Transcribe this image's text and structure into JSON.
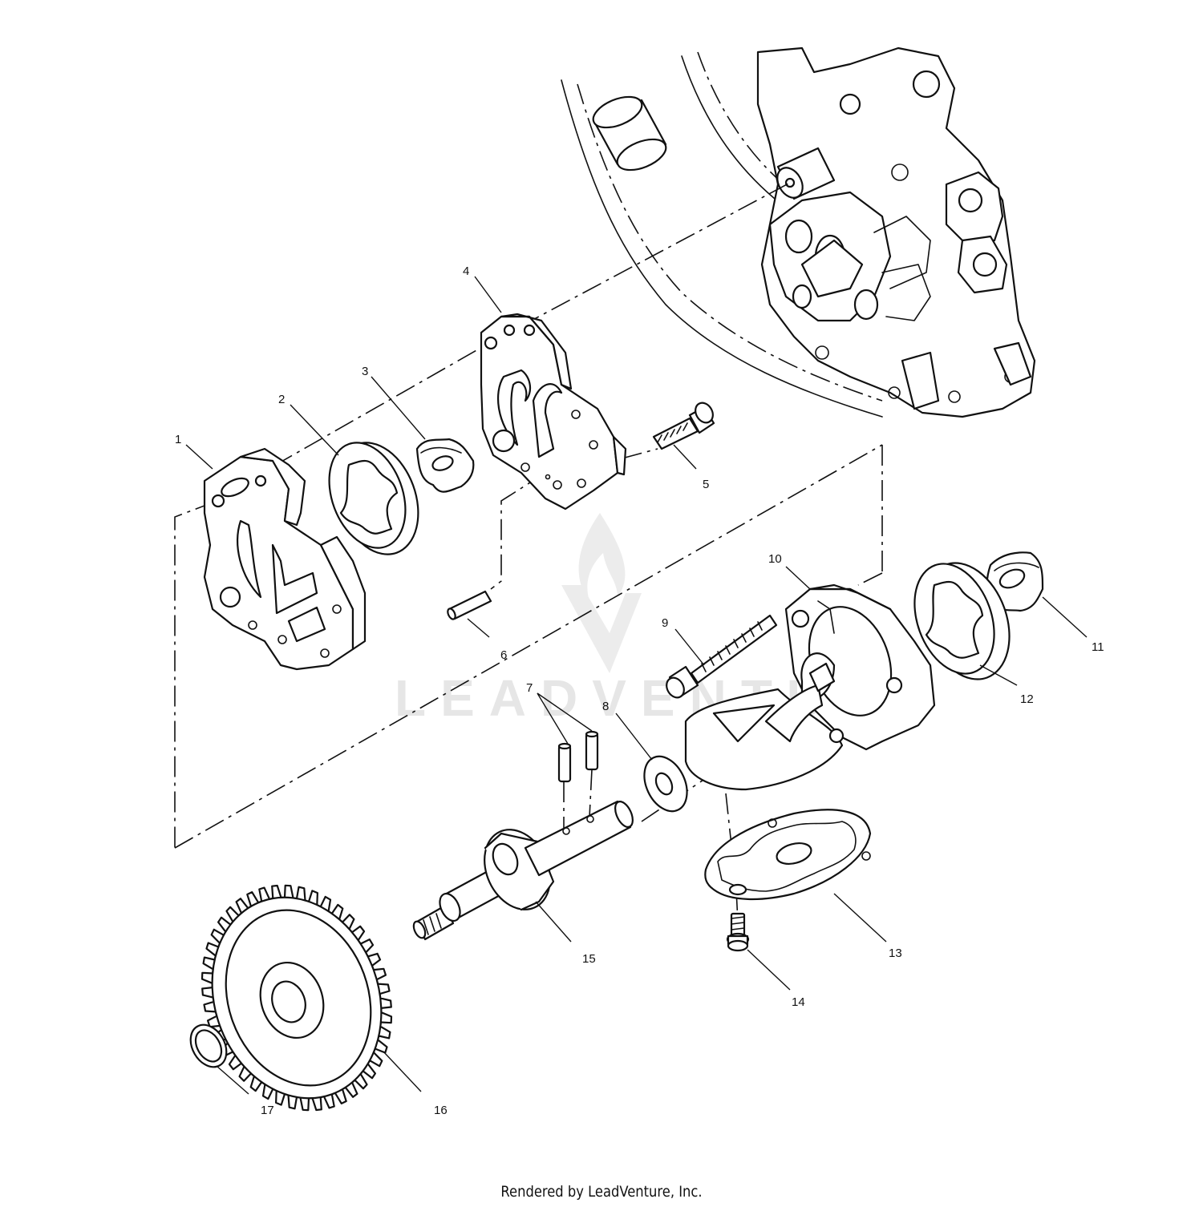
{
  "watermark": {
    "text": "LEADVENTURE"
  },
  "credit": "Rendered by LeadVenture, Inc.",
  "callouts": [
    "1",
    "2",
    "3",
    "4",
    "5",
    "6",
    "7",
    "8",
    "9",
    "10",
    "11",
    "12",
    "13",
    "14",
    "15",
    "16",
    "17"
  ]
}
